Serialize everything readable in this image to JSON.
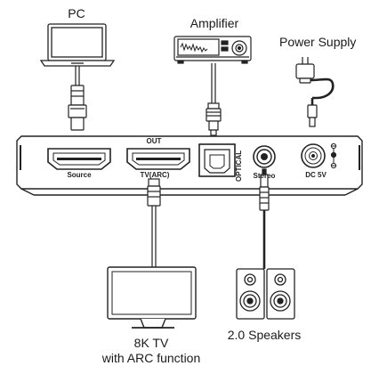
{
  "devices": {
    "pc": "PC",
    "amplifier": "Amplifier",
    "power_supply": "Power Supply",
    "tv_line1": "8K TV",
    "tv_line2": "with ARC function",
    "speakers": "2.0 Speakers"
  },
  "ports": {
    "source": "Source",
    "out": "OUT",
    "tv_arc": "TV(ARC)",
    "optical": "OPTICAL",
    "stereo": "Stereo",
    "dc": "DC 5V"
  }
}
